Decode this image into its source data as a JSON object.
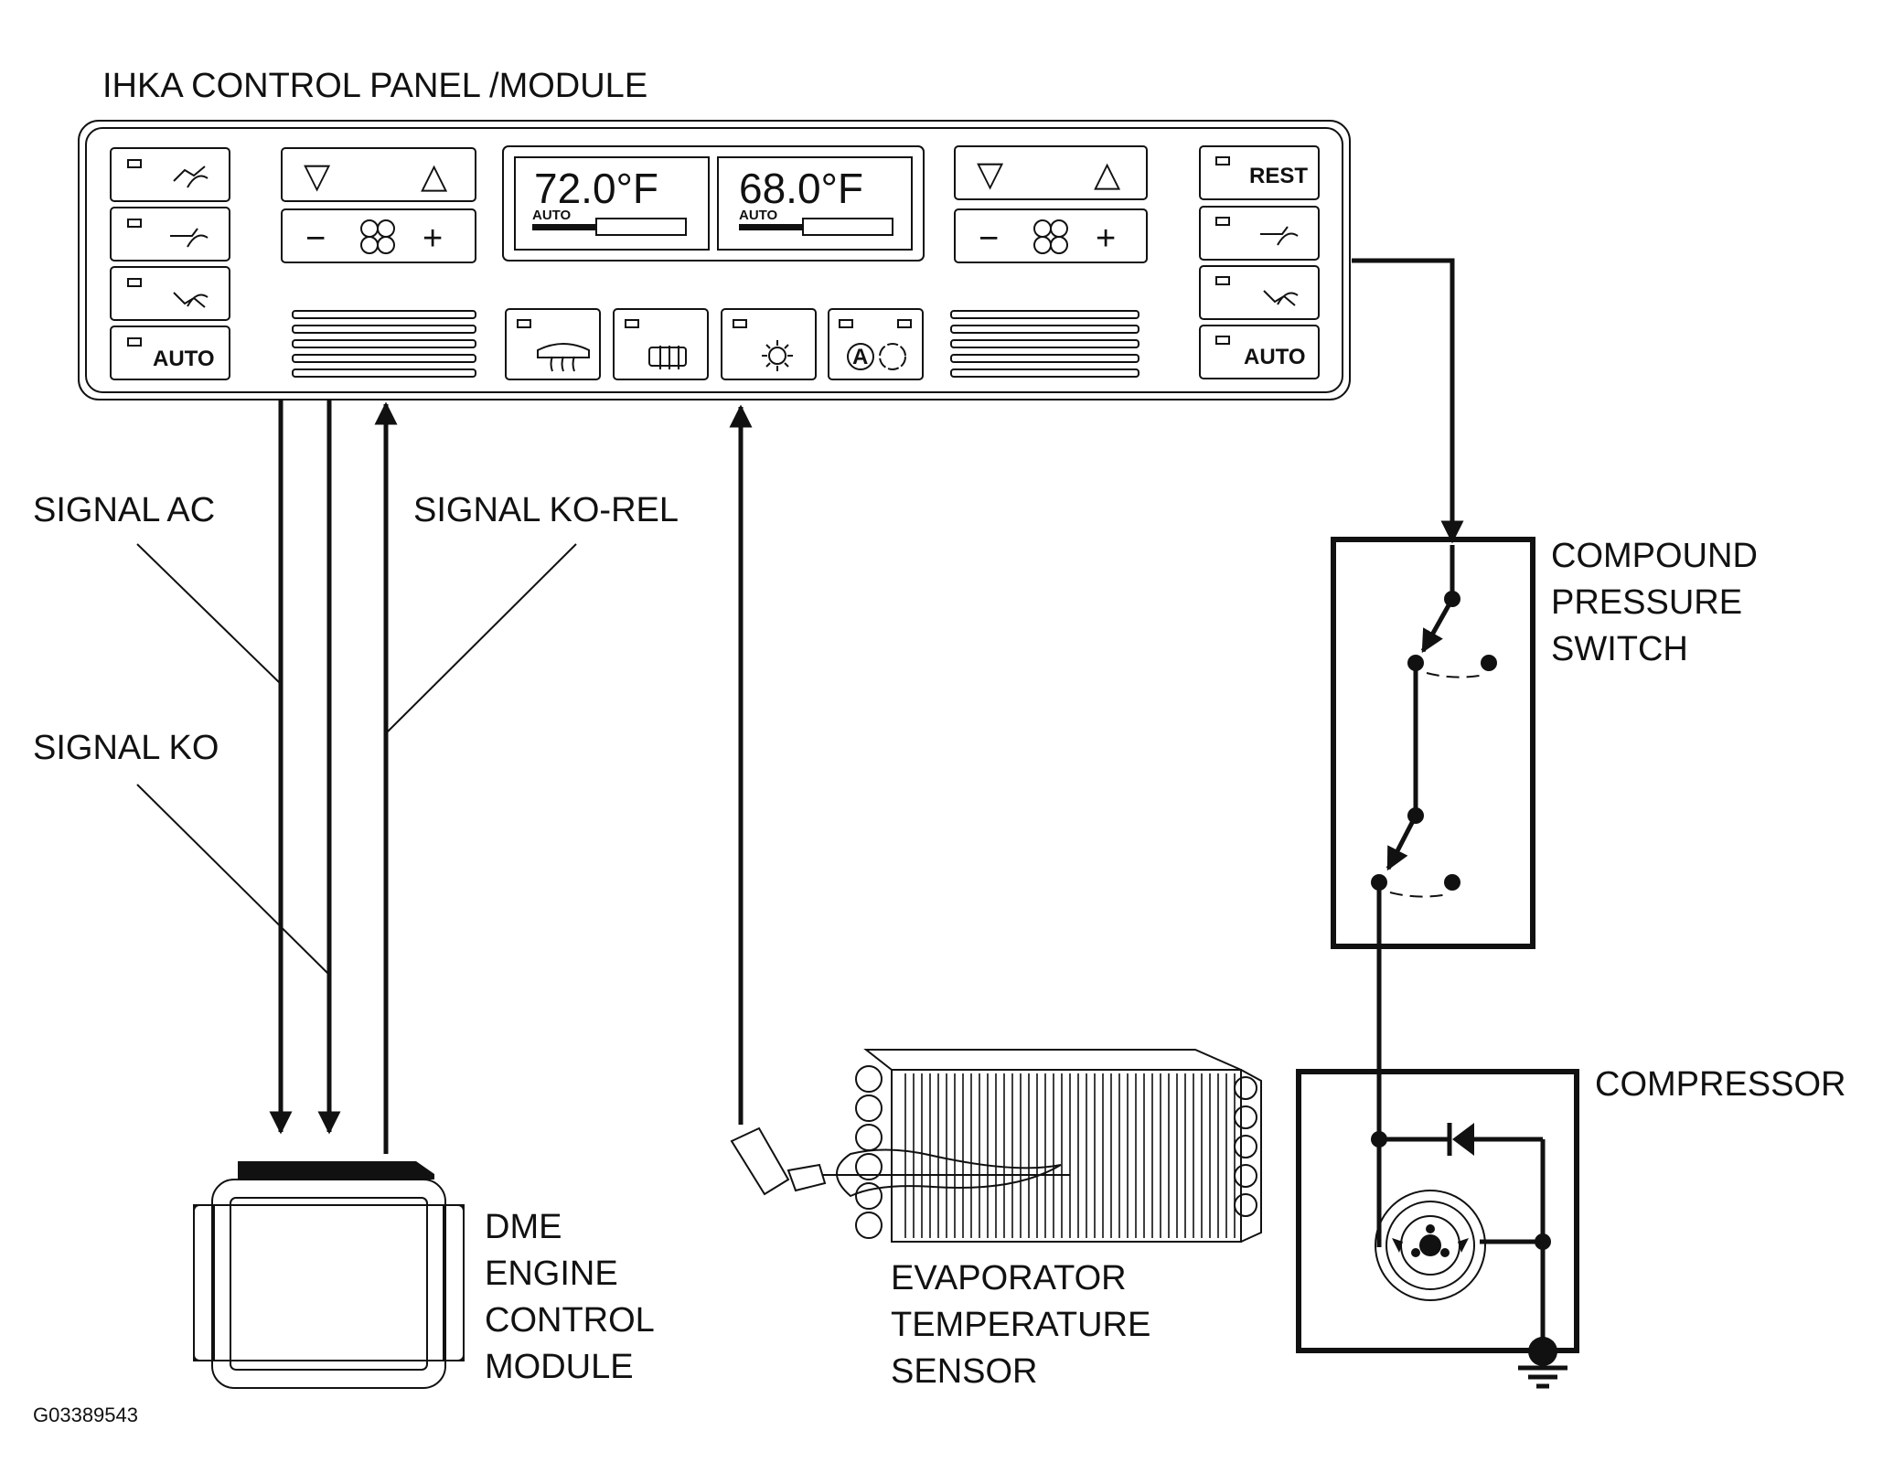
{
  "title": "IHKA CONTROL PANEL /MODULE",
  "panel": {
    "temp_left": "72.0°F",
    "temp_right": "68.0°F",
    "auto_left": "AUTO",
    "auto_right": "AUTO",
    "btn_rest": "REST",
    "btn_auto_left": "AUTO",
    "btn_auto_right": "AUTO",
    "glyph_down": "▽",
    "glyph_up": "△",
    "glyph_minus": "−",
    "glyph_plus": "+"
  },
  "signals": {
    "ac": "SIGNAL AC",
    "ko": "SIGNAL KO",
    "ko_rel": "SIGNAL KO-REL"
  },
  "components": {
    "compound_pressure_switch": [
      "COMPOUND",
      "PRESSURE",
      "SWITCH"
    ],
    "compressor": "COMPRESSOR",
    "dme": [
      "DME",
      "ENGINE",
      "CONTROL",
      "MODULE"
    ],
    "evaporator": [
      "EVAPORATOR",
      "TEMPERATURE",
      "SENSOR"
    ]
  },
  "figure_code": "G03389543",
  "colors": {
    "ink": "#111111",
    "background": "#ffffff"
  }
}
